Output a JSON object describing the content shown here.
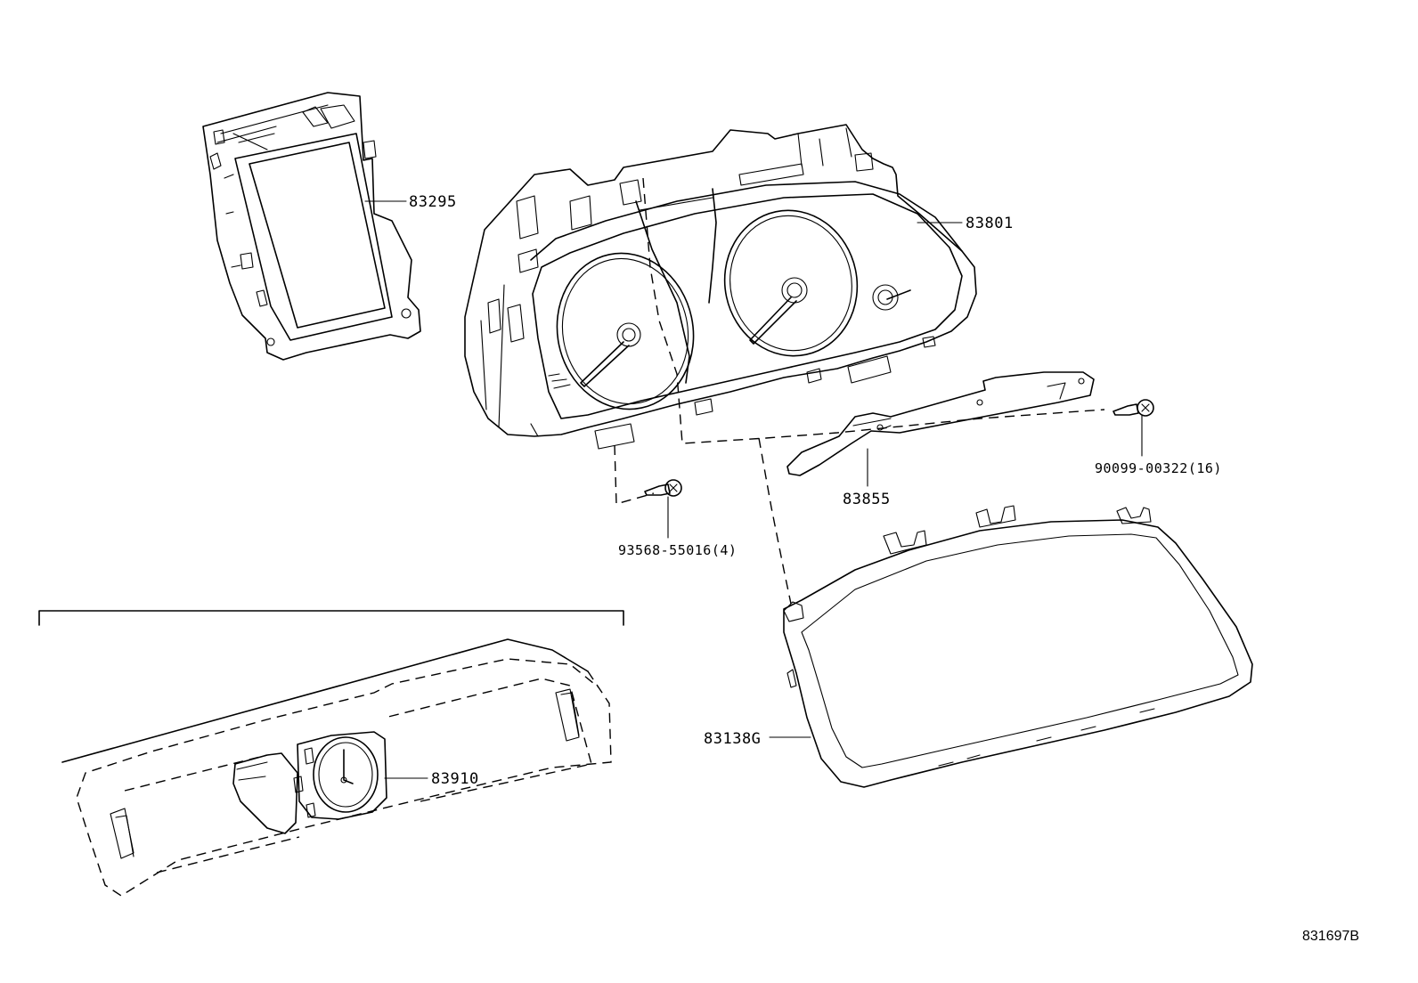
{
  "diagram": {
    "parts": [
      {
        "id": "p83295",
        "label": "83295",
        "icon": "lcd-display-unit"
      },
      {
        "id": "p83801",
        "label": "83801",
        "icon": "combination-meter"
      },
      {
        "id": "p83855",
        "label": "83855",
        "icon": "meter-bracket"
      },
      {
        "id": "p90099",
        "label": "90099-00322(16)",
        "icon": "screw"
      },
      {
        "id": "p93568",
        "label": "93568-55016(4)",
        "icon": "screw"
      },
      {
        "id": "p83138",
        "label": "83138G",
        "icon": "meter-glass"
      },
      {
        "id": "p83910",
        "label": "83910",
        "icon": "clock"
      }
    ],
    "reference_code": "831697B"
  }
}
